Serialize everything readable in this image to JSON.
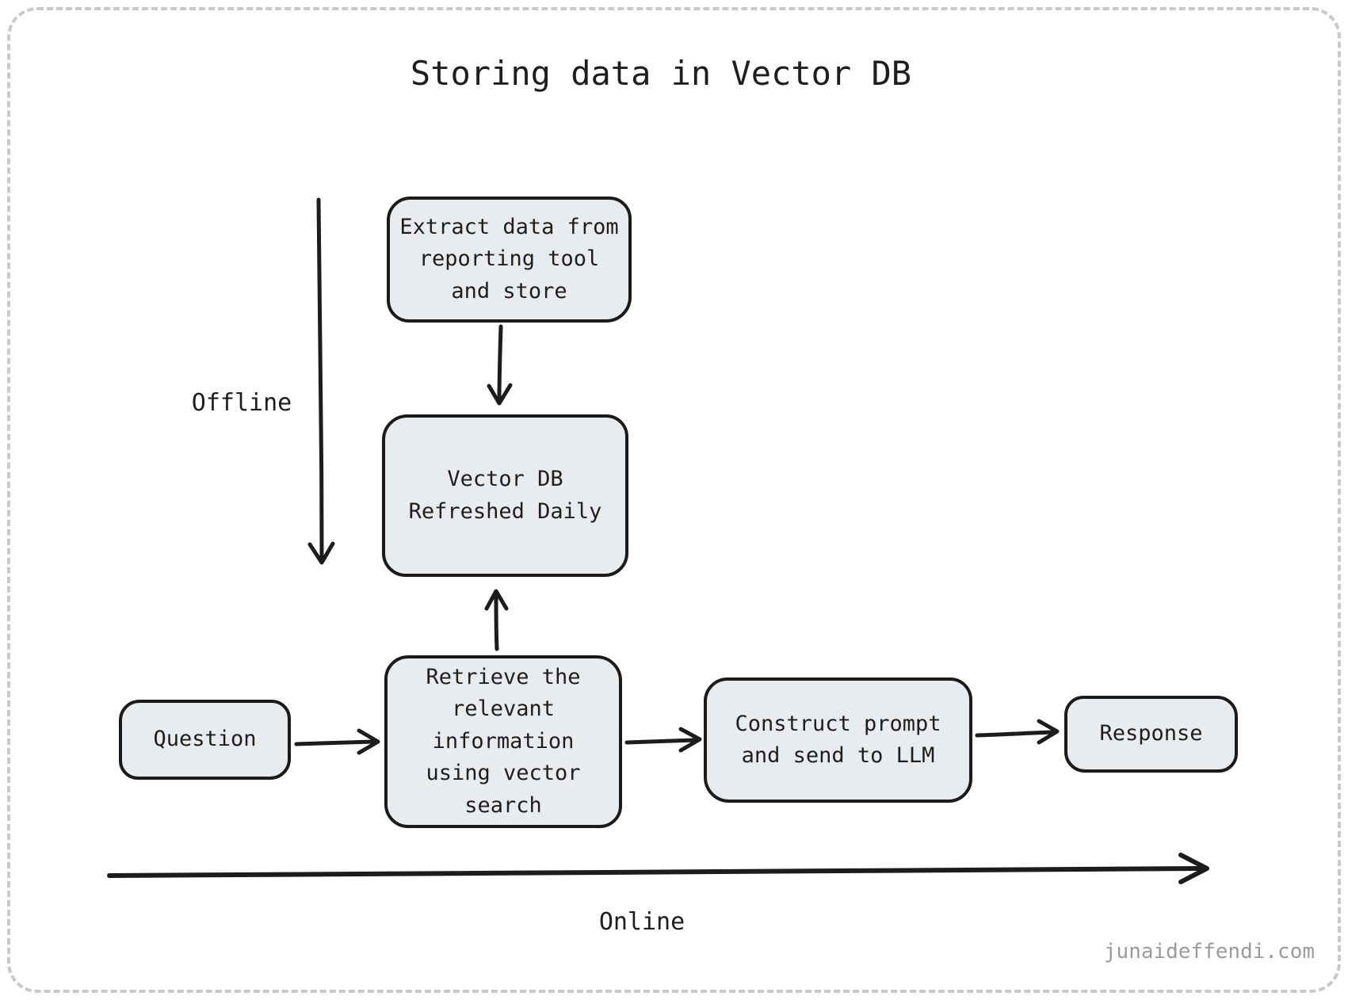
{
  "diagram": {
    "title": "Storing data in Vector DB",
    "nodes": {
      "extract": {
        "label": "Extract data from reporting tool and store"
      },
      "vector_db": {
        "label": "Vector DB Refreshed Daily"
      },
      "question": {
        "label": "Question"
      },
      "retrieve": {
        "label": "Retrieve the relevant information using vector search"
      },
      "construct": {
        "label": "Construct prompt and send to LLM"
      },
      "response": {
        "label": "Response"
      }
    },
    "section_labels": {
      "offline": "Offline",
      "online": "Online"
    },
    "edges": [
      {
        "from": "extract",
        "to": "vector_db",
        "direction": "down"
      },
      {
        "from": "retrieve",
        "to": "vector_db",
        "direction": "up"
      },
      {
        "from": "question",
        "to": "retrieve",
        "direction": "right"
      },
      {
        "from": "retrieve",
        "to": "construct",
        "direction": "right"
      },
      {
        "from": "construct",
        "to": "response",
        "direction": "right"
      }
    ],
    "watermark": "junaideffendi.com",
    "colors": {
      "background": "#ffffff",
      "node_fill": "#e9ecef",
      "node_border": "#1b1b1b",
      "arrow": "#1c1c1c",
      "frame_dash": "#c9c9c9",
      "text": "#1e1e1e",
      "watermark": "#9b9b9b"
    }
  }
}
